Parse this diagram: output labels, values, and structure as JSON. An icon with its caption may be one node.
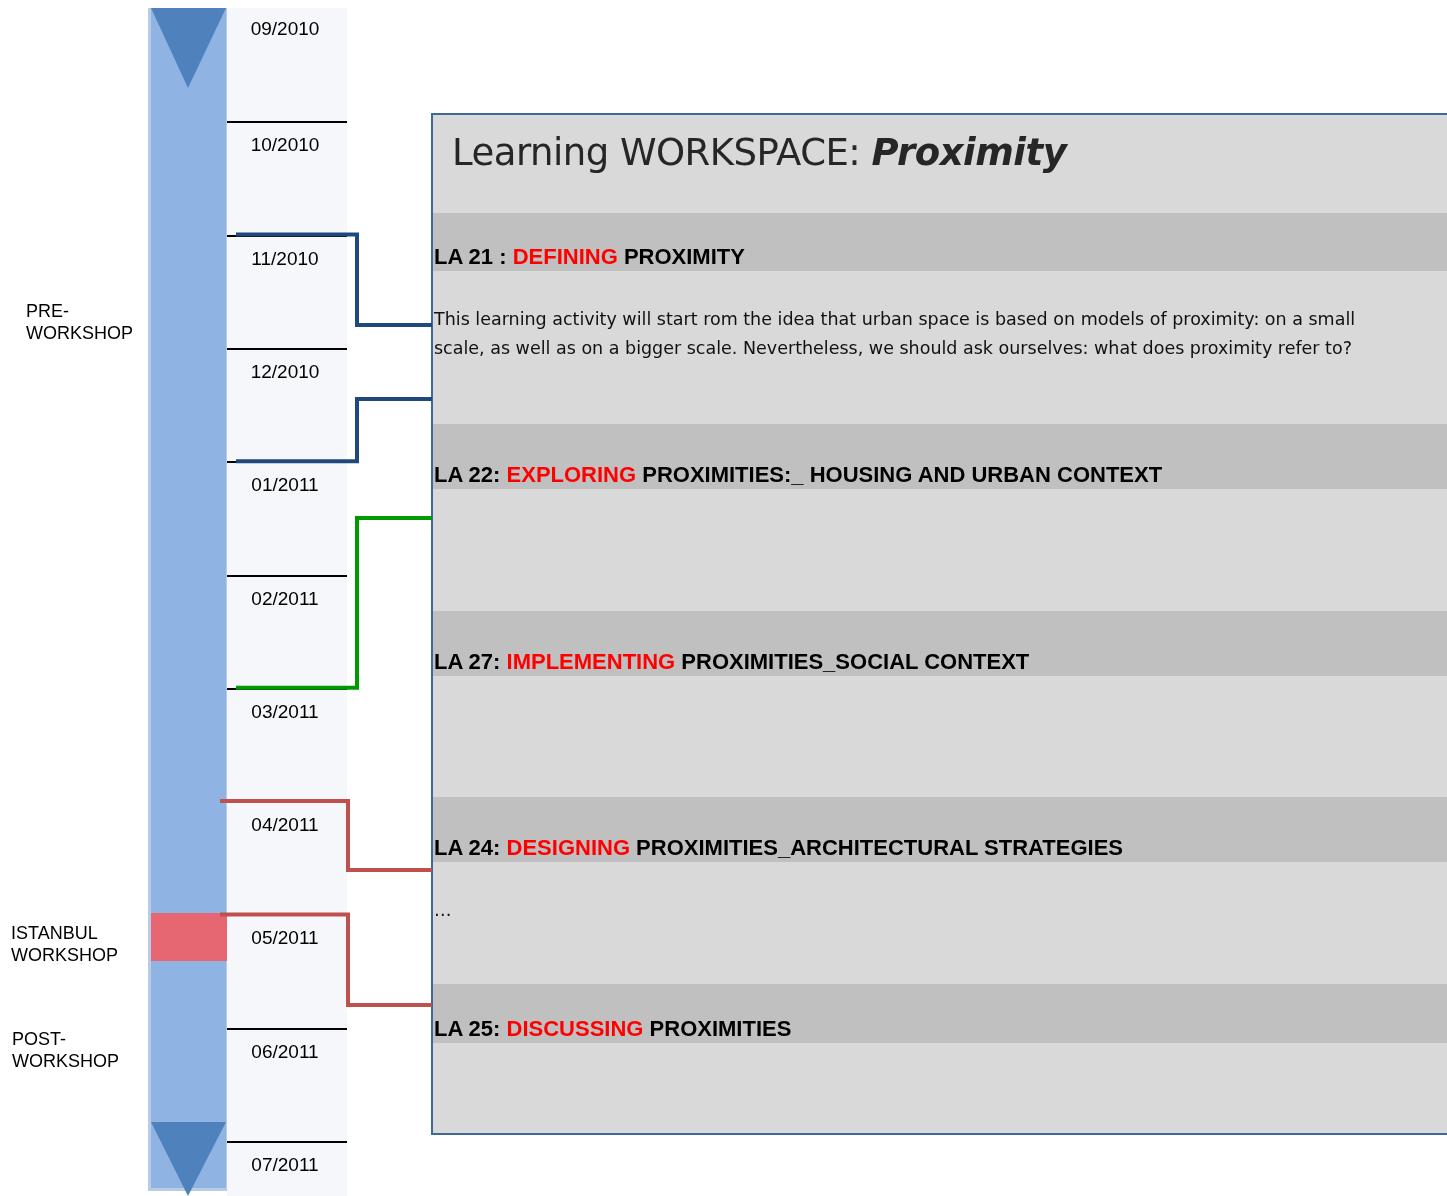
{
  "diagram": {
    "nodes": [
      {
        "text": [
          "09/2010"
        ]
      },
      {
        "text": [
          "10/2010"
        ]
      },
      {
        "text": [
          "11/2010"
        ]
      },
      {
        "text": [
          "12/2010"
        ]
      },
      {
        "text": [
          "01/2011"
        ]
      },
      {
        "text": [
          "02/2011"
        ]
      },
      {
        "text": [
          "03/2011"
        ]
      },
      {
        "text": [
          "04/2011"
        ]
      },
      {
        "text": [
          "05/2011"
        ]
      },
      {
        "text": [
          "06/2011"
        ]
      },
      {
        "text": [
          "07/2011"
        ]
      },
      {
        "text": [
          "Learning WORKSPACE: **Proximity**"
        ]
      },
      {
        "text": [
          "LA 21 : *DEFINING* PROXIMITY",
          "This learning activity will start rom the idea that urban space is based on models of proximity: on a small scale, as well as on a bigger scale. Nevertheless, we should ask ourselves: what does proximity refer to?"
        ],
        "in": 11
      },
      {
        "text": [
          "LA 22: *EXPLORING* PROXIMITIES:_ HOUSING AND URBAN CONTEXT"
        ],
        "in": 11
      },
      {
        "text": [
          "LA 27: *IMPLEMENTING* PROXIMITIES_SOCIAL CONTEXT"
        ],
        "in": 11
      },
      {
        "text": [
          "LA 24: *DESIGNING* PROXIMITIES_ARCHITECTURAL STRATEGIES",
          "…"
        ],
        "in": 11
      },
      {
        "text": [
          "LA 25: *DISCUSSING* PROXIMITIES"
        ],
        "in": 11
      }
    ],
    "edges": [
      {
        "from": 2,
        "to": 12,
        "arrow": "none",
        "color": "#1f497d"
      },
      {
        "from": 3,
        "to": 12,
        "arrow": "none",
        "color": "#1f497d"
      },
      {
        "from": 5,
        "to": 13,
        "arrow": "none",
        "color": "#009900"
      },
      {
        "from": 7,
        "to": 15,
        "arrow": "none",
        "color": "#c0504d"
      },
      {
        "from": 8,
        "to": 16,
        "arrow": "none",
        "color": "#c0504d"
      }
    ],
    "labels": [
      "PRE- WORKSHOP",
      "ISTANBUL WORKSHOP",
      "POST- WORKSHOP"
    ]
  }
}
